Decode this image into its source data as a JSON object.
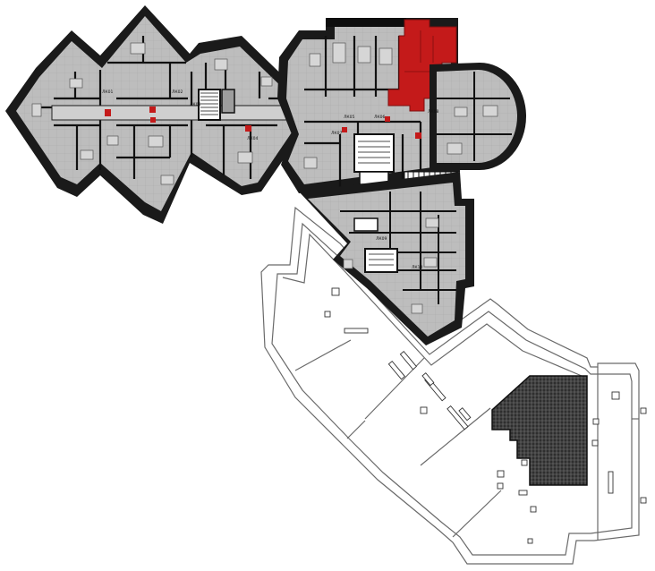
{
  "plan": {
    "room_labels": [
      "ЛК01",
      "ЛК02",
      "ЛК03",
      "ЛК04",
      "ЛК05",
      "ЛК06",
      "ЛК07",
      "ЛК08",
      "ЛК09",
      "ЛК10"
    ],
    "colors": {
      "room_fill": "#b9b9b9",
      "wall": "#111111",
      "highlight": "#c41a1a",
      "roof_hatch": "#3a3a3a",
      "outline": "#6a6a6a",
      "background": "#ffffff"
    }
  }
}
